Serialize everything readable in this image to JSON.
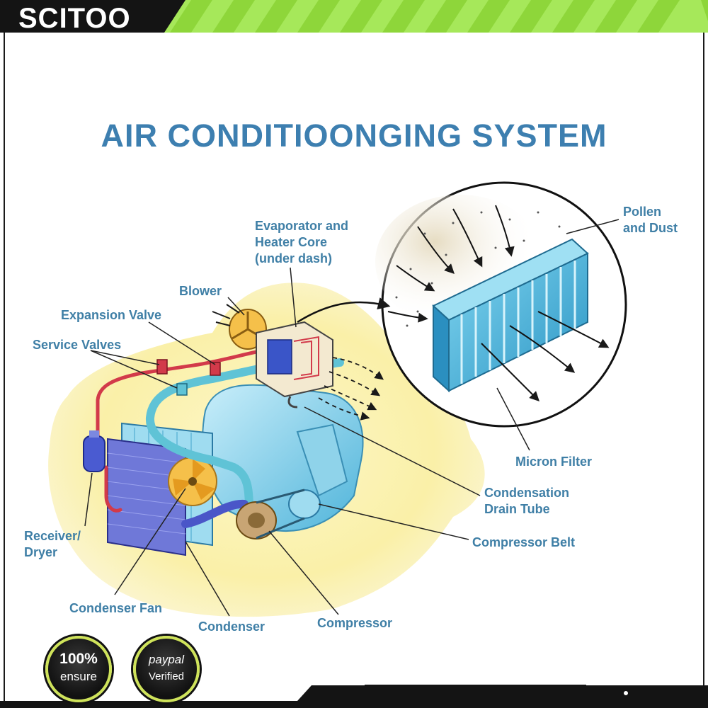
{
  "brand": {
    "name": "SCITOO"
  },
  "title": "AIR CONDITIOONGING SYSTEM",
  "labels": {
    "evaporator": [
      "Evaporator and",
      "Heater Core",
      "(under dash)"
    ],
    "blower": "Blower",
    "expansion_valve": "Expansion Valve",
    "service_valves": "Service Valves",
    "receiver_dryer": [
      "Receiver/",
      "Dryer"
    ],
    "condenser_fan": "Condenser Fan",
    "condenser": "Condenser",
    "compressor": "Compressor",
    "compressor_belt": "Compressor Belt",
    "condensation_drain_tube": [
      "Condensation",
      "Drain Tube"
    ],
    "micron_filter": "Micron Filter",
    "pollen_dust": [
      "Pollen",
      "and Dust"
    ]
  },
  "badges": {
    "ensure": {
      "line1": "100%",
      "line2": "ensure"
    },
    "paypal": {
      "line1": "paypal",
      "line2": "Verified"
    }
  },
  "colors": {
    "label": "#3f7fa6",
    "title": "#3d7fb0",
    "accent_green": "#8ed63a",
    "car_body": "#fbf3b8",
    "refrigerant_hot": "#d23a4a",
    "refrigerant_cold": "#5fc3d6"
  }
}
